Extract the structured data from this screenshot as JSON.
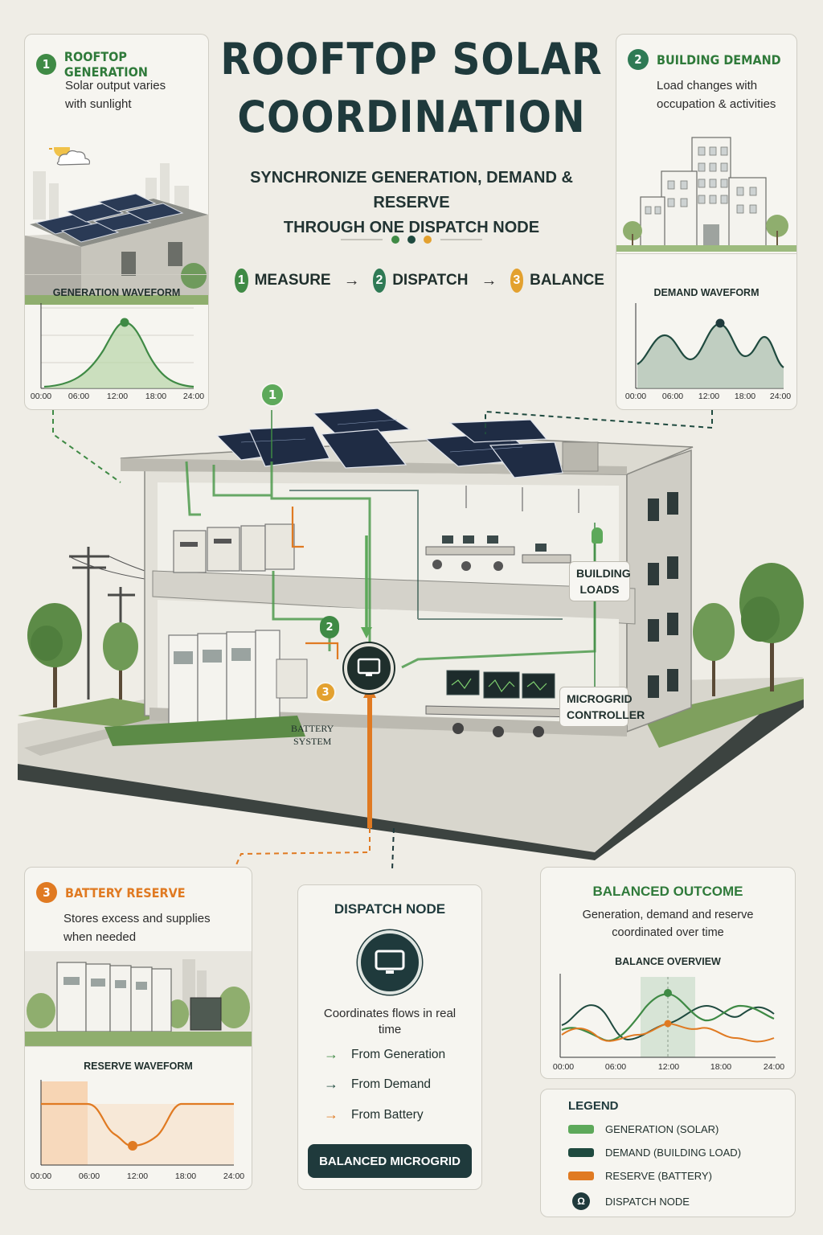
{
  "title_line1": "ROOFTOP SOLAR",
  "title_line2": "COORDINATION",
  "subtitle_line1": "SYNCHRONIZE GENERATION, DEMAND & RESERVE",
  "subtitle_line2": "THROUGH ONE DISPATCH NODE",
  "steps": [
    {
      "num": "1",
      "label": "MEASURE"
    },
    {
      "num": "2",
      "label": "DISPATCH"
    },
    {
      "num": "3",
      "label": "BALANCE"
    }
  ],
  "colors": {
    "generation": "#3f8a45",
    "demand": "#1f4a3f",
    "reserve": "#e07a22",
    "step3": "#e3a12f",
    "dark": "#1f3a3c"
  },
  "time_ticks": [
    "00:00",
    "06:00",
    "12:00",
    "18:00",
    "24:00"
  ],
  "generation_card": {
    "num": "1",
    "heading": "ROOFTOP GENERATION",
    "desc_line1": "Solar output varies",
    "desc_line2": "with sunlight",
    "wave_title": "GENERATION WAVEFORM"
  },
  "demand_card": {
    "num": "2",
    "heading": "BUILDING DEMAND",
    "desc_line1": "Load changes with",
    "desc_line2": "occupation & activities",
    "wave_title": "DEMAND WAVEFORM"
  },
  "reserve_card": {
    "num": "3",
    "heading": "BATTERY RESERVE",
    "desc_line1": "Stores excess and supplies",
    "desc_line2": "when needed",
    "wave_title": "RESERVE WAVEFORM"
  },
  "building": {
    "marker_1": "1",
    "marker_2": "2",
    "marker_3": "3",
    "loads_line1": "BUILDING",
    "loads_line2": "LOADS",
    "controller_line1": "MICROGRID",
    "controller_line2": "CONTROLLER",
    "battery_line1": "BATTERY",
    "battery_line2": "SYSTEM"
  },
  "dispatch_card": {
    "heading": "DISPATCH NODE",
    "desc_line1": "Coordinates flows in real",
    "desc_line2": "time",
    "flows": [
      {
        "label": "From Generation",
        "color": "#3f8a45"
      },
      {
        "label": "From Demand",
        "color": "#1f4a3f"
      },
      {
        "label": "From Battery",
        "color": "#e07a22"
      }
    ],
    "badge": "BALANCED MICROGRID"
  },
  "outcome_card": {
    "heading": "BALANCED OUTCOME",
    "desc_line1": "Generation, demand and reserve",
    "desc_line2": "coordinated over time",
    "chart_title": "BALANCE OVERVIEW"
  },
  "legend": {
    "heading": "LEGEND",
    "items": [
      {
        "label": "GENERATION (SOLAR)",
        "color": "#3f8a45"
      },
      {
        "label": "DEMAND (BUILDING LOAD)",
        "color": "#1f4a3f"
      },
      {
        "label": "RESERVE (BATTERY)",
        "color": "#e07a22"
      },
      {
        "label": "DISPATCH NODE",
        "icon": "dispatch-node-icon"
      }
    ]
  }
}
